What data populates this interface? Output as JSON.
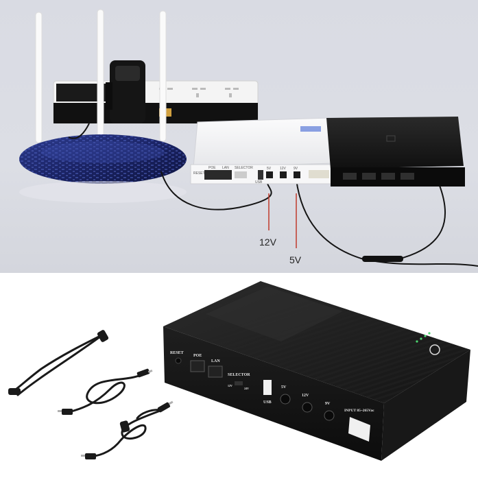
{
  "top_scene": {
    "callouts": {
      "left_voltage": "12V",
      "right_voltage": "5V"
    },
    "white_ups_labels": {
      "reset": "RESET",
      "poe": "POE",
      "lan": "LAN",
      "selector": "SELECTOR",
      "usb": "USB",
      "port_5v": "5V",
      "port_12v": "12V",
      "port_9v": "9V"
    }
  },
  "bottom_scene": {
    "black_ups_labels": {
      "reset": "RESET",
      "poe": "POE",
      "lan": "LAN",
      "selector": "SELECTOR",
      "sel_12v": "12V",
      "sel_24v": "24V",
      "usb": "USB",
      "port_5v": "5V",
      "port_12v": "12V",
      "port_9v": "9V",
      "input": "INPUT 85~265Vac"
    }
  },
  "colors": {
    "callout_line": "#c0392b",
    "ups_black": "#1b1b1b",
    "ups_white": "#f2f2f4",
    "router_blue": "#1e2a6e"
  }
}
